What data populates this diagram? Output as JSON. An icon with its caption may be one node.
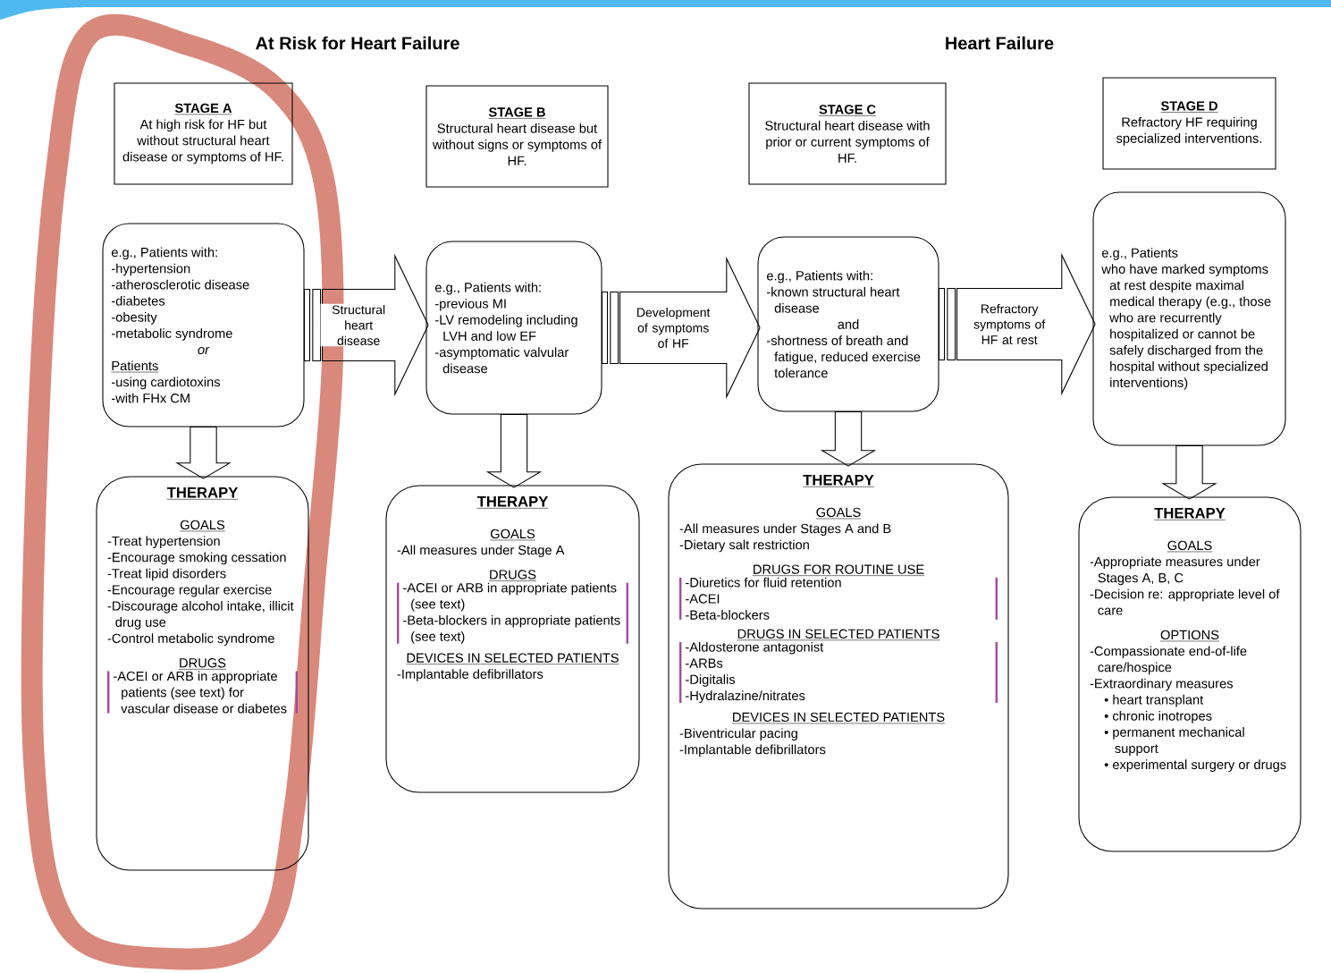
{
  "diagram": {
    "nodes": [
      {
        "text": [
          "STAGE A",
          "At high risk for HF but without structural heart disease or symptoms of HF."
        ]
      },
      {
        "text": [
          "e.g., Patients with:",
          "-hypertension",
          "-atherosclerotic disease",
          "-diabetes",
          "-obesity",
          "-metabolic syndrome",
          "or",
          "Patients",
          "-using cardiotoxins",
          "-with FHx CM"
        ]
      },
      {
        "text": [
          "THERAPY",
          "GOALS",
          "-Treat hypertension",
          "-Encourage smoking cessation",
          "-Treat lipid disorders",
          "-Encourage regular exercise",
          "-Discourage alcohol intake, illicit drug use",
          "-Control metabolic syndrome",
          "DRUGS",
          "-ACEI or ARB in appropriate patients (see text) for vascular disease or diabetes"
        ]
      },
      {
        "text": [
          "STAGE B",
          "Structural heart disease but without signs or symptoms of HF."
        ]
      },
      {
        "text": [
          "e.g., Patients with:",
          "-previous MI",
          "-LV remodeling including LVH and low EF",
          "-asymptomatic valvular disease"
        ]
      },
      {
        "text": [
          "THERAPY",
          "GOALS",
          "-All measures under Stage A",
          "DRUGS",
          "-ACEI or ARB in appropriate patients (see text)",
          "-Beta-blockers in appropriate patients (see text)",
          "DEVICES IN SELECTED PATIENTS",
          "-Implantable defibrillators"
        ]
      },
      {
        "text": [
          "STAGE C",
          "Structural heart disease with prior or current symptoms of HF."
        ]
      },
      {
        "text": [
          "e.g., Patients with:",
          "-known structural heart disease",
          "and",
          "-shortness of breath and fatigue, reduced exercise tolerance"
        ]
      },
      {
        "text": [
          "THERAPY",
          "GOALS",
          "-All measures under Stages A and B",
          "-Dietary salt restriction",
          "DRUGS FOR ROUTINE USE",
          "-Diuretics for fluid retention",
          "-ACEI",
          "-Beta-blockers",
          "DRUGS IN SELECTED PATIENTS",
          "-Aldosterone antagonist",
          "-ARBs",
          "-Digitalis",
          "-Hydralazine/nitrates",
          "DEVICES IN SELECTED PATIENTS",
          "-Biventricular pacing",
          "-Implantable defibrillators"
        ]
      },
      {
        "text": [
          "STAGE D",
          "Refractory HF requiring specialized interventions."
        ]
      },
      {
        "text": [
          "e.g., Patients",
          "who have marked symptoms at rest despite maximal medical therapy (e.g., those who are recurrently hospitalized or cannot be safely discharged from the hospital without specialized interventions)"
        ]
      },
      {
        "text": [
          "THERAPY",
          "GOALS",
          "-Appropriate measures under Stages A, B, C",
          "-Decision re: appropriate level of care",
          "OPTIONS",
          "-Compassionate end-of-life care/hospice",
          "-Extraordinary measures",
          "• heart transplant",
          "• chronic inotropes",
          "• permanent mechanical support",
          "• experimental surgery or drugs"
        ]
      }
    ],
    "edges": [
      {
        "from": 1,
        "to": 4,
        "arrow": "to",
        "label": "Structural heart disease"
      },
      {
        "from": 4,
        "to": 7,
        "arrow": "to",
        "label": "Development of symptoms of HF"
      },
      {
        "from": 7,
        "to": 10,
        "arrow": "to",
        "label": "Refractory symptoms of HF at rest"
      },
      {
        "from": 1,
        "to": 2,
        "arrow": "to"
      },
      {
        "from": 4,
        "to": 5,
        "arrow": "to"
      },
      {
        "from": 7,
        "to": 8,
        "arrow": "to"
      },
      {
        "from": 10,
        "to": 11,
        "arrow": "to"
      }
    ],
    "labels": [
      "At Risk for Heart Failure",
      "Heart Failure"
    ]
  }
}
